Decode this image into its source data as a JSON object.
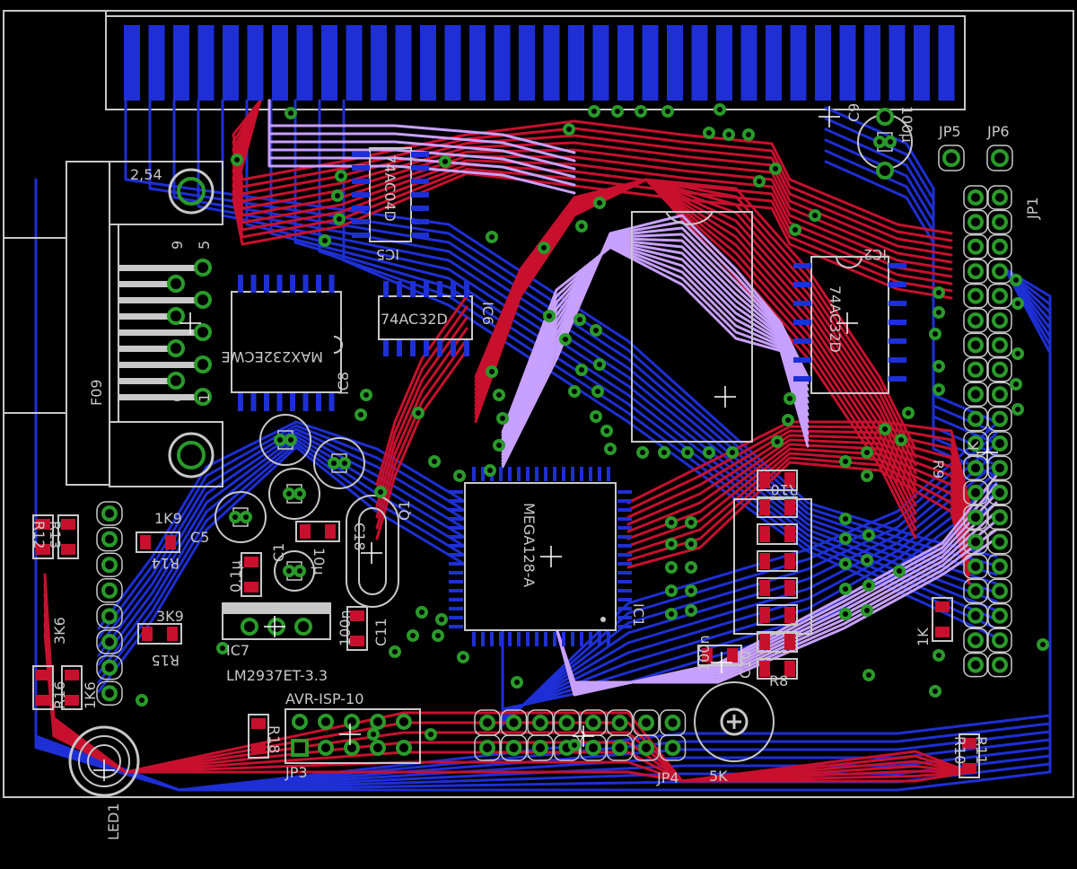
{
  "colors": {
    "background": "#000000",
    "top_copper": "#c8102e",
    "bottom_copper": "#1e2fd6",
    "via_copper": "#c8a0ff",
    "pad": "#2a9a2a",
    "silkscreen": "#c8c8c8"
  },
  "labels": {
    "conn_pitch": "2,54",
    "f09": "F09",
    "pin9": "9",
    "pin5": "5",
    "pin6": "6",
    "pin1": "1",
    "ic8_part": "MAX232ECWE",
    "ic8": "IC8",
    "ic5_part": "74AC04D",
    "ic5": "IC5",
    "ic6_part": "74AC32D",
    "ic6": "IC6",
    "ic2_part": "74AC32D",
    "ic2": "IC2",
    "ic1_part": "MEGA128-A",
    "ic1": "IC1",
    "c9": "C9",
    "c9_val": "100µ",
    "jp5": "JP5",
    "jp6": "JP6",
    "jp1": "JP1",
    "r9": "R9",
    "r9_val": "1K",
    "r12": "R12",
    "r13": "R13",
    "r15": "R15",
    "r14": "R14",
    "r16": "R16",
    "r18": "R18",
    "r10": "R10",
    "r11": "R11",
    "r8": "R8",
    "val_1k9": "1K9",
    "val_3k9": "3K9",
    "val_3k6": "3K6",
    "val_1k6": "1K6",
    "c5": "C5",
    "c1": "C1",
    "c1_val": "10µ",
    "c12_val": "0,1µ",
    "c11": "C11",
    "c11_val": "100n",
    "c10": "C10",
    "c10_val": "100n",
    "q1": "Q1",
    "ic7": "IC7",
    "ic7_part": "LM2937ET-3.3",
    "avr": "AVR-ISP-10",
    "jp3": "JP3",
    "jp4": "JP4",
    "pot": "5K",
    "led1": "LED1",
    "r_ext": "1K",
    "c18": "C18"
  }
}
